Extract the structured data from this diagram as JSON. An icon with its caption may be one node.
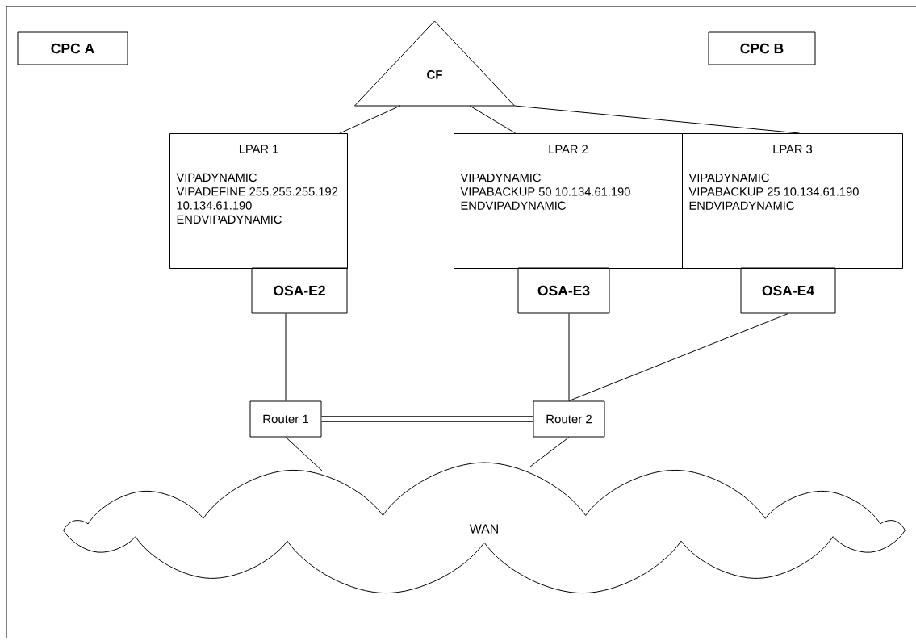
{
  "diagram": {
    "nodes": [
      {
        "text": [
          "CPC A"
        ]
      },
      {
        "text": [
          "CPC B"
        ]
      },
      {
        "text": [
          "CF"
        ]
      },
      {
        "text": [
          "LPAR 1",
          "VIPADYNAMIC",
          "VIPADEFINE 255.255.255.192 10.134.61.190",
          "ENDVIPADYNAMIC"
        ]
      },
      {
        "text": [
          "LPAR 2",
          "VIPADYNAMIC",
          "VIPABACKUP 50 10.134.61.190",
          "ENDVIPADYNAMIC"
        ]
      },
      {
        "text": [
          "LPAR 3",
          "VIPADYNAMIC",
          "VIPABACKUP 25 10.134.61.190",
          "ENDVIPADYNAMIC"
        ]
      },
      {
        "text": [
          "OSA-E2"
        ]
      },
      {
        "text": [
          "OSA-E3"
        ]
      },
      {
        "text": [
          "OSA-E4"
        ]
      },
      {
        "text": [
          "Router 1"
        ]
      },
      {
        "text": [
          "Router 2"
        ]
      },
      {
        "text": [
          "WAN"
        ]
      }
    ],
    "edges": [
      {
        "from": 2,
        "to": 3,
        "arrow": "none"
      },
      {
        "from": 2,
        "to": 4,
        "arrow": "none"
      },
      {
        "from": 2,
        "to": 5,
        "arrow": "none"
      },
      {
        "from": 6,
        "to": 9,
        "arrow": "none"
      },
      {
        "from": 7,
        "to": 10,
        "arrow": "none"
      },
      {
        "from": 8,
        "to": 10,
        "arrow": "none"
      },
      {
        "from": 9,
        "to": 10,
        "arrow": "none",
        "style": "thick"
      },
      {
        "from": 9,
        "to": 11,
        "arrow": "none"
      },
      {
        "from": 10,
        "to": 11,
        "arrow": "none"
      }
    ]
  }
}
